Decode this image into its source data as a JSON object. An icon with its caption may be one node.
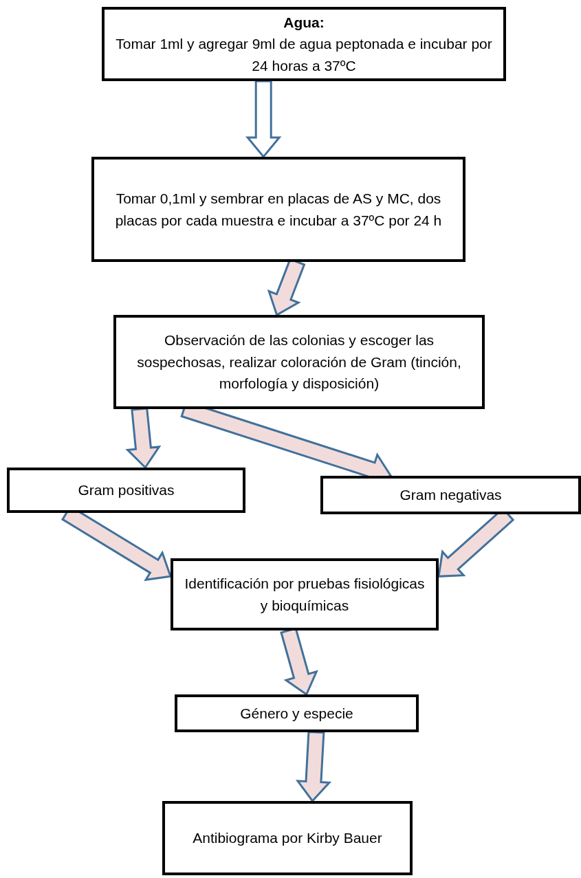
{
  "diagram": {
    "nodes": [
      {
        "text": [
          "Agua:",
          "Tomar 1ml y agregar 9ml de agua peptonada e incubar por 24 horas a 37ºC"
        ]
      },
      {
        "text": [
          "Tomar 0,1ml y sembrar en placas de AS y MC, dos placas por cada muestra e incubar a 37ºC por 24 h"
        ]
      },
      {
        "text": [
          "Observación de las colonias y escoger las sospechosas, realizar coloración de Gram (tinción, morfología y disposición)"
        ]
      },
      {
        "text": [
          "Gram positivas"
        ]
      },
      {
        "text": [
          "Gram negativas"
        ]
      },
      {
        "text": [
          "Identificación por pruebas fisiológicas y bioquímicas"
        ]
      },
      {
        "text": [
          "Género y especie"
        ]
      },
      {
        "text": [
          "Antibiograma por Kirby Bauer"
        ]
      }
    ],
    "edges": [
      {
        "from": 0,
        "to": 1,
        "arrow": "to"
      },
      {
        "from": 1,
        "to": 2,
        "arrow": "to"
      },
      {
        "from": 2,
        "to": 3,
        "arrow": "to"
      },
      {
        "from": 2,
        "to": 4,
        "arrow": "to"
      },
      {
        "from": 3,
        "to": 5,
        "arrow": "to"
      },
      {
        "from": 4,
        "to": 5,
        "arrow": "to"
      },
      {
        "from": 5,
        "to": 6,
        "arrow": "to"
      },
      {
        "from": 6,
        "to": 7,
        "arrow": "to"
      }
    ]
  }
}
